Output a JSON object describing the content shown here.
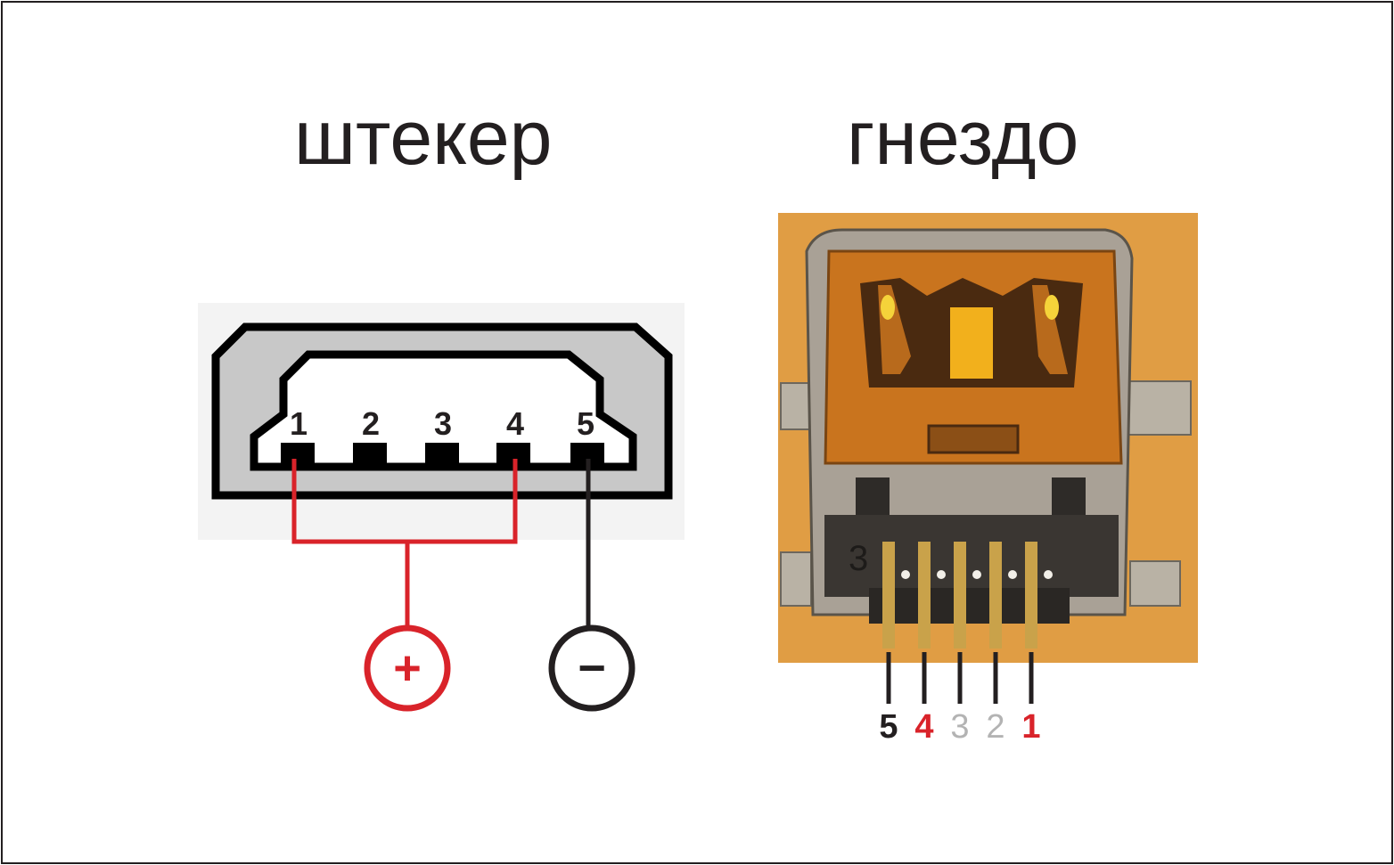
{
  "headings": {
    "plug": "штекер",
    "socket": "гнездо"
  },
  "plug_pins": [
    "1",
    "2",
    "3",
    "4",
    "5"
  ],
  "power_terminals": {
    "positive": "+",
    "negative": "−"
  },
  "socket_pins": [
    {
      "label": "5",
      "color": "#231f20",
      "bold": true
    },
    {
      "label": "4",
      "color": "#d9232a",
      "bold": true
    },
    {
      "label": "3",
      "color": "#b3b3b3",
      "bold": false
    },
    {
      "label": "2",
      "color": "#b3b3b3",
      "bold": false
    },
    {
      "label": "1",
      "color": "#d9232a",
      "bold": true
    }
  ],
  "colors": {
    "positive_wire": "#d9232a",
    "negative_wire": "#231f20",
    "inactive_pin": "#b3b3b3",
    "connector_body": "#c8c8c8",
    "socket_background": "#e6a34a"
  }
}
